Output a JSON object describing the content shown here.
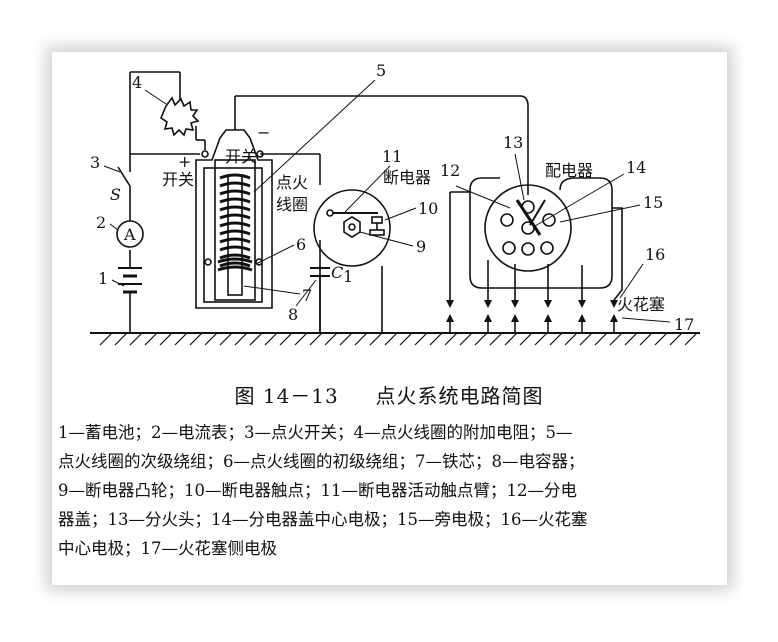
{
  "labels": {
    "switch_plus": "开关",
    "switch_minus": "开关",
    "coil": "点火\n线圈",
    "coil_line1": "点火",
    "coil_line2": "线圈",
    "breaker": "断电器",
    "distributor": "配电器",
    "spark_plug": "火花塞",
    "s_letter": "S",
    "a_letter": "A",
    "cap": "C",
    "cap_sub": "1",
    "plus": "+",
    "minus": "−"
  },
  "numbers": [
    "1",
    "2",
    "3",
    "4",
    "5",
    "6",
    "7",
    "8",
    "9",
    "10",
    "11",
    "12",
    "13",
    "14",
    "15",
    "16",
    "17"
  ],
  "caption": {
    "fig_no": "图 14－13",
    "title": "点火系统电路简图"
  },
  "legend_lines": [
    "1—蓄电池；2—电流表；3—点火开关；4—点火线圈的附加电阻；5—",
    "点火线圈的次级绕组；6—点火线圈的初级绕组；7—铁芯；8—电容器；",
    "9—断电器凸轮；10—断电器触点；11—断电器活动触点臂；12—分电",
    "器盖；13—分火头；14—分电器盖中心电极；15—旁电极；16—火花塞",
    "中心电极；17—火花塞侧电极"
  ]
}
